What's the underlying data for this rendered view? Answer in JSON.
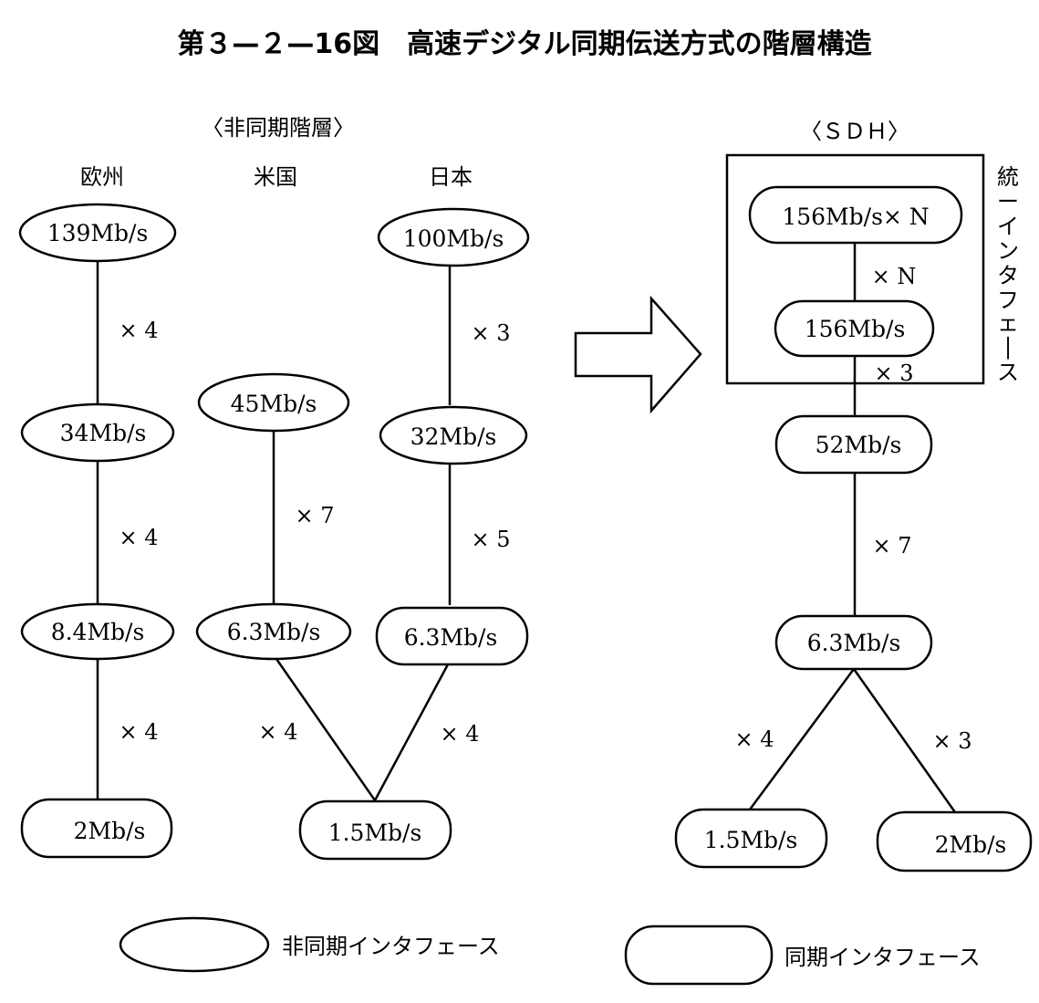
{
  "title": "第３—２—16図　高速デジタル同期伝送方式の階層構造",
  "async_section": {
    "heading": "〈非同期階層〉",
    "columns": {
      "europe": "欧州",
      "usa": "米国",
      "japan": "日本"
    },
    "europe": {
      "nodes": [
        "139Mb/s",
        "34Mb/s",
        "8.4Mb/s",
        "2Mb/s"
      ],
      "multipliers": [
        "× 4",
        "× 4",
        "× 4"
      ]
    },
    "usa": {
      "nodes": [
        "45Mb/s",
        "6.3Mb/s"
      ],
      "multipliers": [
        "× 7",
        "× 4"
      ]
    },
    "japan": {
      "nodes": [
        "100Mb/s",
        "32Mb/s",
        "6.3Mb/s"
      ],
      "multipliers": [
        "× 3",
        "× 5",
        "× 4"
      ]
    },
    "shared_node": "1.5Mb/s"
  },
  "sdh_section": {
    "heading": "〈ＳＤＨ〉",
    "unified_label": "統一インタフェース",
    "nodes": [
      "156Mb/s× N",
      "156Mb/s",
      "52Mb/s",
      "6.3Mb/s",
      "1.5Mb/s",
      "2Mb/s"
    ],
    "multipliers": [
      "× N",
      "× 3",
      "× 7",
      "× 4",
      "× 3"
    ]
  },
  "legend": {
    "async_label": "非同期インタフェース",
    "sync_label": "同期インタフェース"
  }
}
